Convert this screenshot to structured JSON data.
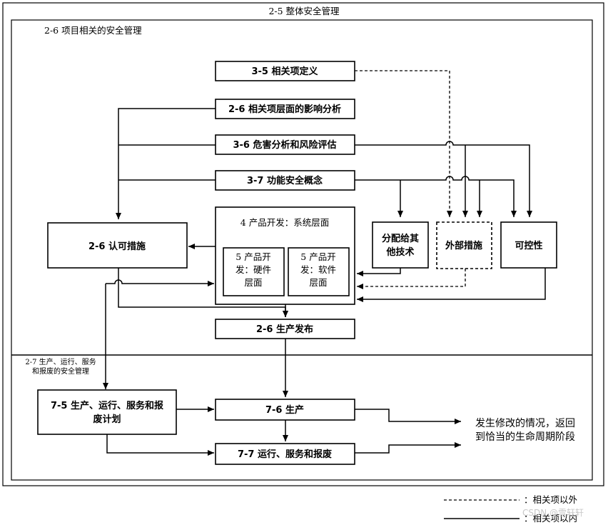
{
  "frames": {
    "outer": "2-5 整体安全管理",
    "project": "2-6 项目相关的安全管理",
    "production": [
      "2-7 生产、运行、服务",
      "和报废的安全管理"
    ]
  },
  "boxes": {
    "item_definition": "3-5 相关项定义",
    "impact_analysis": "2-6 相关项层面的影响分析",
    "hara": "3-6 危害分析和风险评估",
    "fsc": "3-7 功能安全概念",
    "confirmation": "2-6 认可措施",
    "system_level": "4 产品开发：系统层面",
    "hw_dev": [
      "5 产品开",
      "发：硬件",
      "层面"
    ],
    "sw_dev": [
      "5 产品开",
      "发：软件",
      "层面"
    ],
    "other_tech": [
      "分配给其",
      "他技术"
    ],
    "external": "外部措施",
    "controllability": "可控性",
    "release": "2-6 生产发布",
    "planning": [
      "7-5 生产、运行、服务和报",
      "废计划"
    ],
    "production": "7-6 生产",
    "operation": "7-7 运行、服务和报废"
  },
  "note": [
    "发生修改的情况，返回",
    "到恰当的生命周期阶段"
  ],
  "legend": {
    "dashed": "：相关项以外",
    "solid": "：相关项以内"
  },
  "watermark": "CSDN @雪轩轩"
}
